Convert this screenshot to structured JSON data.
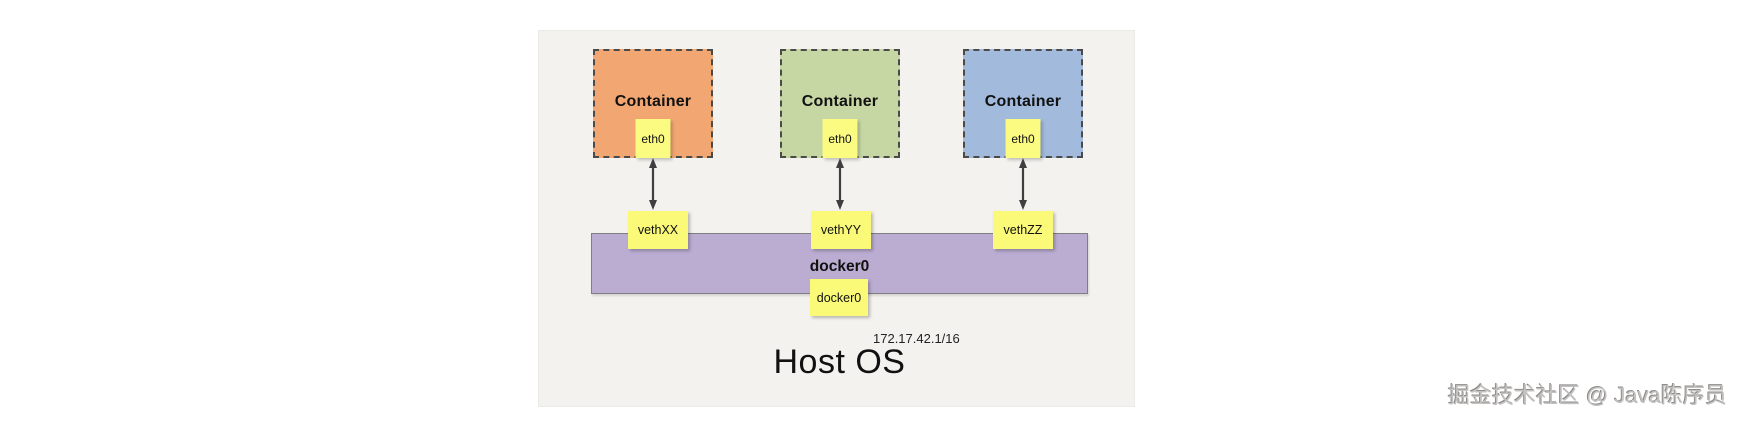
{
  "watermark": "掘金技术社区 @ Java陈序员",
  "diagram": {
    "host_label": "Host OS",
    "bridge": {
      "name": "docker0",
      "interface_label": "docker0",
      "ip": "172.17.42.1/16",
      "color": "#bbadd2"
    },
    "containers": [
      {
        "label": "Container",
        "interface": "eth0",
        "veth": "vethXX",
        "color": "#f2a772"
      },
      {
        "label": "Container",
        "interface": "eth0",
        "veth": "vethYY",
        "color": "#c7d7a4"
      },
      {
        "label": "Container",
        "interface": "eth0",
        "veth": "vethZZ",
        "color": "#a2badc"
      }
    ],
    "colors": {
      "panel_bg": "#f4f2ee",
      "note_yellow": "#fafa78",
      "dashed_border": "#4a4a4a",
      "arrow": "#3f3f3f"
    }
  }
}
